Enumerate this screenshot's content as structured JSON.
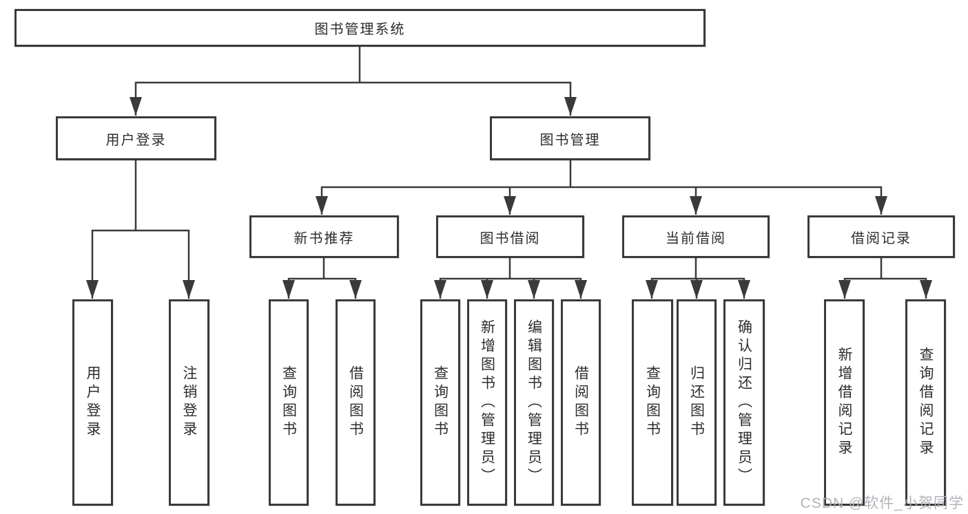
{
  "diagram": {
    "root": {
      "label": "图书管理系统"
    },
    "branches": [
      {
        "label": "用户登录",
        "children": [
          {
            "label": "用户登录"
          },
          {
            "label": "注销登录"
          }
        ]
      },
      {
        "label": "图书管理",
        "groups": [
          {
            "label": "新书推荐",
            "children": [
              {
                "label": "查询图书"
              },
              {
                "label": "借阅图书"
              }
            ]
          },
          {
            "label": "图书借阅",
            "children": [
              {
                "label": "查询图书"
              },
              {
                "label": "新增图书（管理员）"
              },
              {
                "label": "编辑图书（管理员）"
              },
              {
                "label": "借阅图书"
              }
            ]
          },
          {
            "label": "当前借阅",
            "children": [
              {
                "label": "查询图书"
              },
              {
                "label": "归还图书"
              },
              {
                "label": "确认归还（管理员）"
              }
            ]
          },
          {
            "label": "借阅记录",
            "children": [
              {
                "label": "新增借阅记录"
              },
              {
                "label": "查询借阅记录"
              }
            ]
          }
        ]
      }
    ]
  },
  "watermark": {
    "text": "CSDN @软件_小贺同学"
  },
  "colors": {
    "line": "#3a3a3a",
    "box_border": "#3a3a3a",
    "text": "#2d2d2d",
    "watermark": "#acafb4",
    "background": "#ffffff"
  }
}
